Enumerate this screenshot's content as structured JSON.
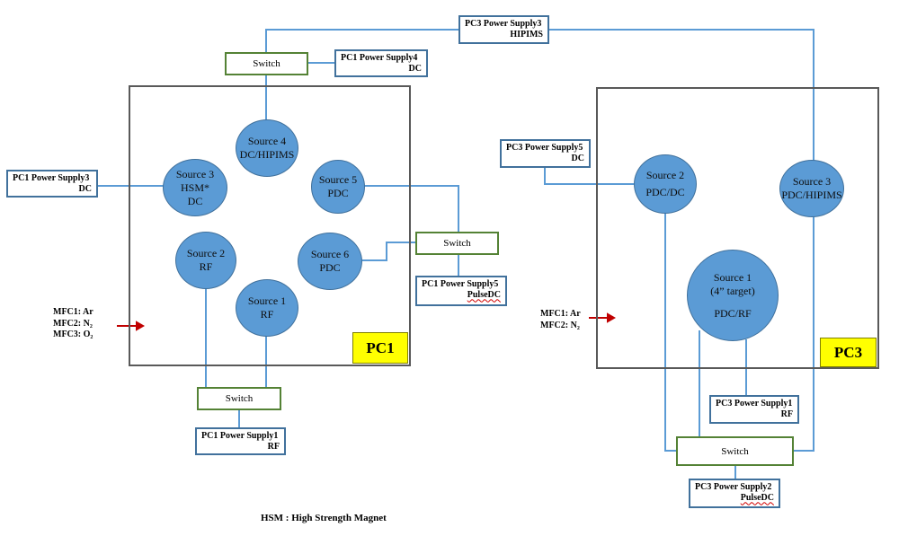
{
  "colors": {
    "wire": "#5b9bd5",
    "source_fill": "#5b9bd5",
    "switch_border": "#548235",
    "psu_border": "#41719c",
    "chamber_border": "#595959",
    "label_fill": "#ffff00",
    "gas_arrow": "#c00000"
  },
  "pc1": {
    "label": "PC1",
    "sources": [
      {
        "name": "Source 4",
        "sub": [
          "DC/HIPIMS"
        ]
      },
      {
        "name": "Source 3",
        "sub": [
          "HSM*",
          "DC"
        ]
      },
      {
        "name": "Source 5",
        "sub": [
          "PDC"
        ]
      },
      {
        "name": "Source 2",
        "sub": [
          "RF"
        ]
      },
      {
        "name": "Source 6",
        "sub": [
          "PDC"
        ]
      },
      {
        "name": "Source 1",
        "sub": [
          "RF"
        ]
      }
    ],
    "power_supplies": [
      {
        "name": "PC1 Power Supply4",
        "type": "DC"
      },
      {
        "name": "PC1 Power Supply3",
        "type": "DC"
      },
      {
        "name": "PC1 Power Supply5",
        "type": "PulseDC"
      },
      {
        "name": "PC1 Power Supply1",
        "type": "RF"
      }
    ],
    "mfc": [
      "MFC1: Ar",
      "MFC2: N₂",
      "MFC3: O₂"
    ]
  },
  "pc3": {
    "label": "PC3",
    "sources": [
      {
        "name": "Source 2",
        "sub": [
          "PDC/DC"
        ]
      },
      {
        "name": "Source 3",
        "sub": [
          "PDC/HIPIMS"
        ]
      },
      {
        "name": "Source 1",
        "sub": [
          "(4” target)",
          "PDC/RF"
        ]
      }
    ],
    "power_supplies": [
      {
        "name": "PC3 Power Supply3",
        "type": "HIPIMS"
      },
      {
        "name": "PC3 Power Supply5",
        "type": "DC"
      },
      {
        "name": "PC3 Power Supply1",
        "type": "RF"
      },
      {
        "name": "PC3 Power Supply2",
        "type": "PulseDC"
      }
    ],
    "mfc": [
      "MFC1: Ar",
      "MFC2: N₂"
    ]
  },
  "switch_label": "Switch",
  "footnote": "HSM : High Strength Magnet"
}
